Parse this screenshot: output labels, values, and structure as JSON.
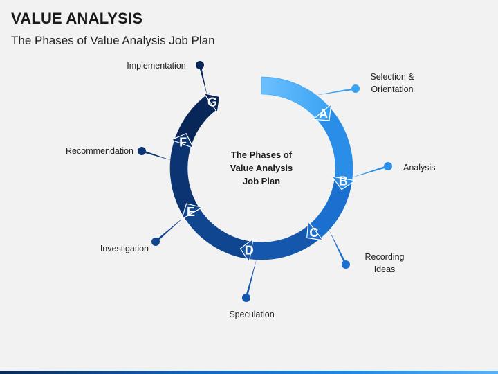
{
  "header": {
    "title": "VALUE ANALYSIS",
    "subtitle": "The Phases of Value Analysis Job Plan"
  },
  "center": {
    "lines": [
      "The Phases of",
      "Value Analysis",
      "Job Plan"
    ]
  },
  "phases": [
    {
      "letter": "A",
      "label_lines": [
        "Selection &",
        "Orientation"
      ],
      "color": "#3aa2f2"
    },
    {
      "letter": "B",
      "label_lines": [
        "Analysis"
      ],
      "color": "#2a8ee8"
    },
    {
      "letter": "C",
      "label_lines": [
        "Recording",
        "Ideas"
      ],
      "color": "#1b70cf"
    },
    {
      "letter": "D",
      "label_lines": [
        "Speculation"
      ],
      "color": "#1557ad"
    },
    {
      "letter": "E",
      "label_lines": [
        "Investigation"
      ],
      "color": "#104590"
    },
    {
      "letter": "F",
      "label_lines": [
        "Recommendation"
      ],
      "color": "#0c3473"
    },
    {
      "letter": "G",
      "label_lines": [
        "Implementation"
      ],
      "color": "#082657"
    }
  ]
}
